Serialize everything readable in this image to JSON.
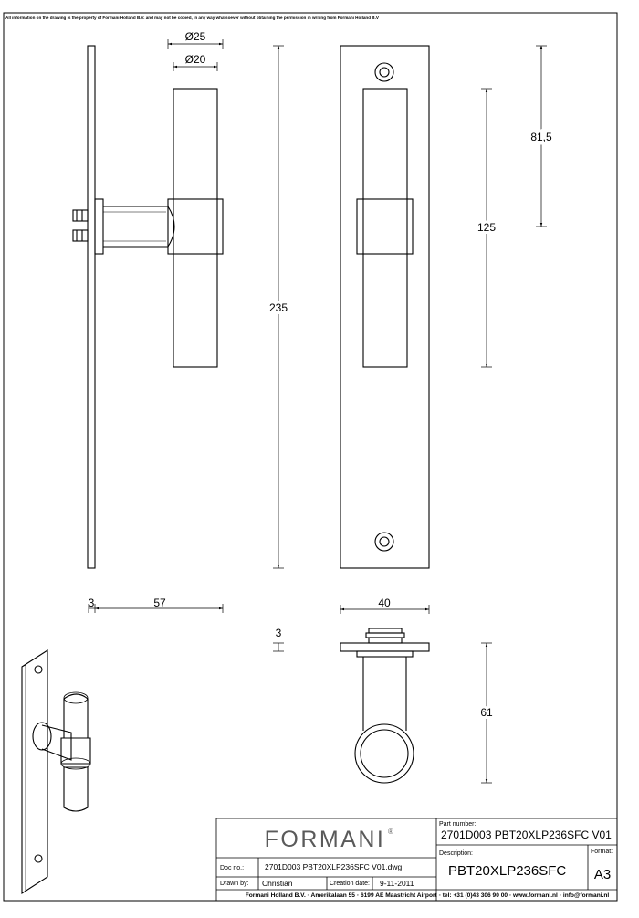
{
  "notice": "All information on the drawing is the property of Formani Holland B.V. and may not be copied, in any way whatsoever without obtaining the permission in writing from Formani Holland B.V",
  "dimensions": {
    "d25": "Ø25",
    "d20": "Ø20",
    "d235": "235",
    "d125": "125",
    "d81_5": "81,5",
    "d3_side": "3",
    "d57": "57",
    "d40": "40",
    "d3_top": "3",
    "d61": "61"
  },
  "title_block": {
    "logo": "FORMANI",
    "registered": "®",
    "doc_no_label": "Doc no.:",
    "doc_no": "2701D003 PBT20XLP236SFC V01.dwg",
    "drawn_by_label": "Drawn by:",
    "drawn_by": "Christian",
    "creation_date_label": "Creation date:",
    "creation_date": "9-11-2011",
    "part_number_label": "Part number:",
    "part_number": "2701D003 PBT20XLP236SFC V01",
    "description_label": "Description:",
    "description": "PBT20XLP236SFC",
    "format_label": "Format:",
    "format": "A3",
    "footer": "Formani Holland B.V. ◦ Amerikalaan 55 ◦ 6199 AE Maastricht Airport ◦ tel: +31 (0)43 306 90 00 ◦ www.formani.nl ◦ info@formani.nl"
  }
}
